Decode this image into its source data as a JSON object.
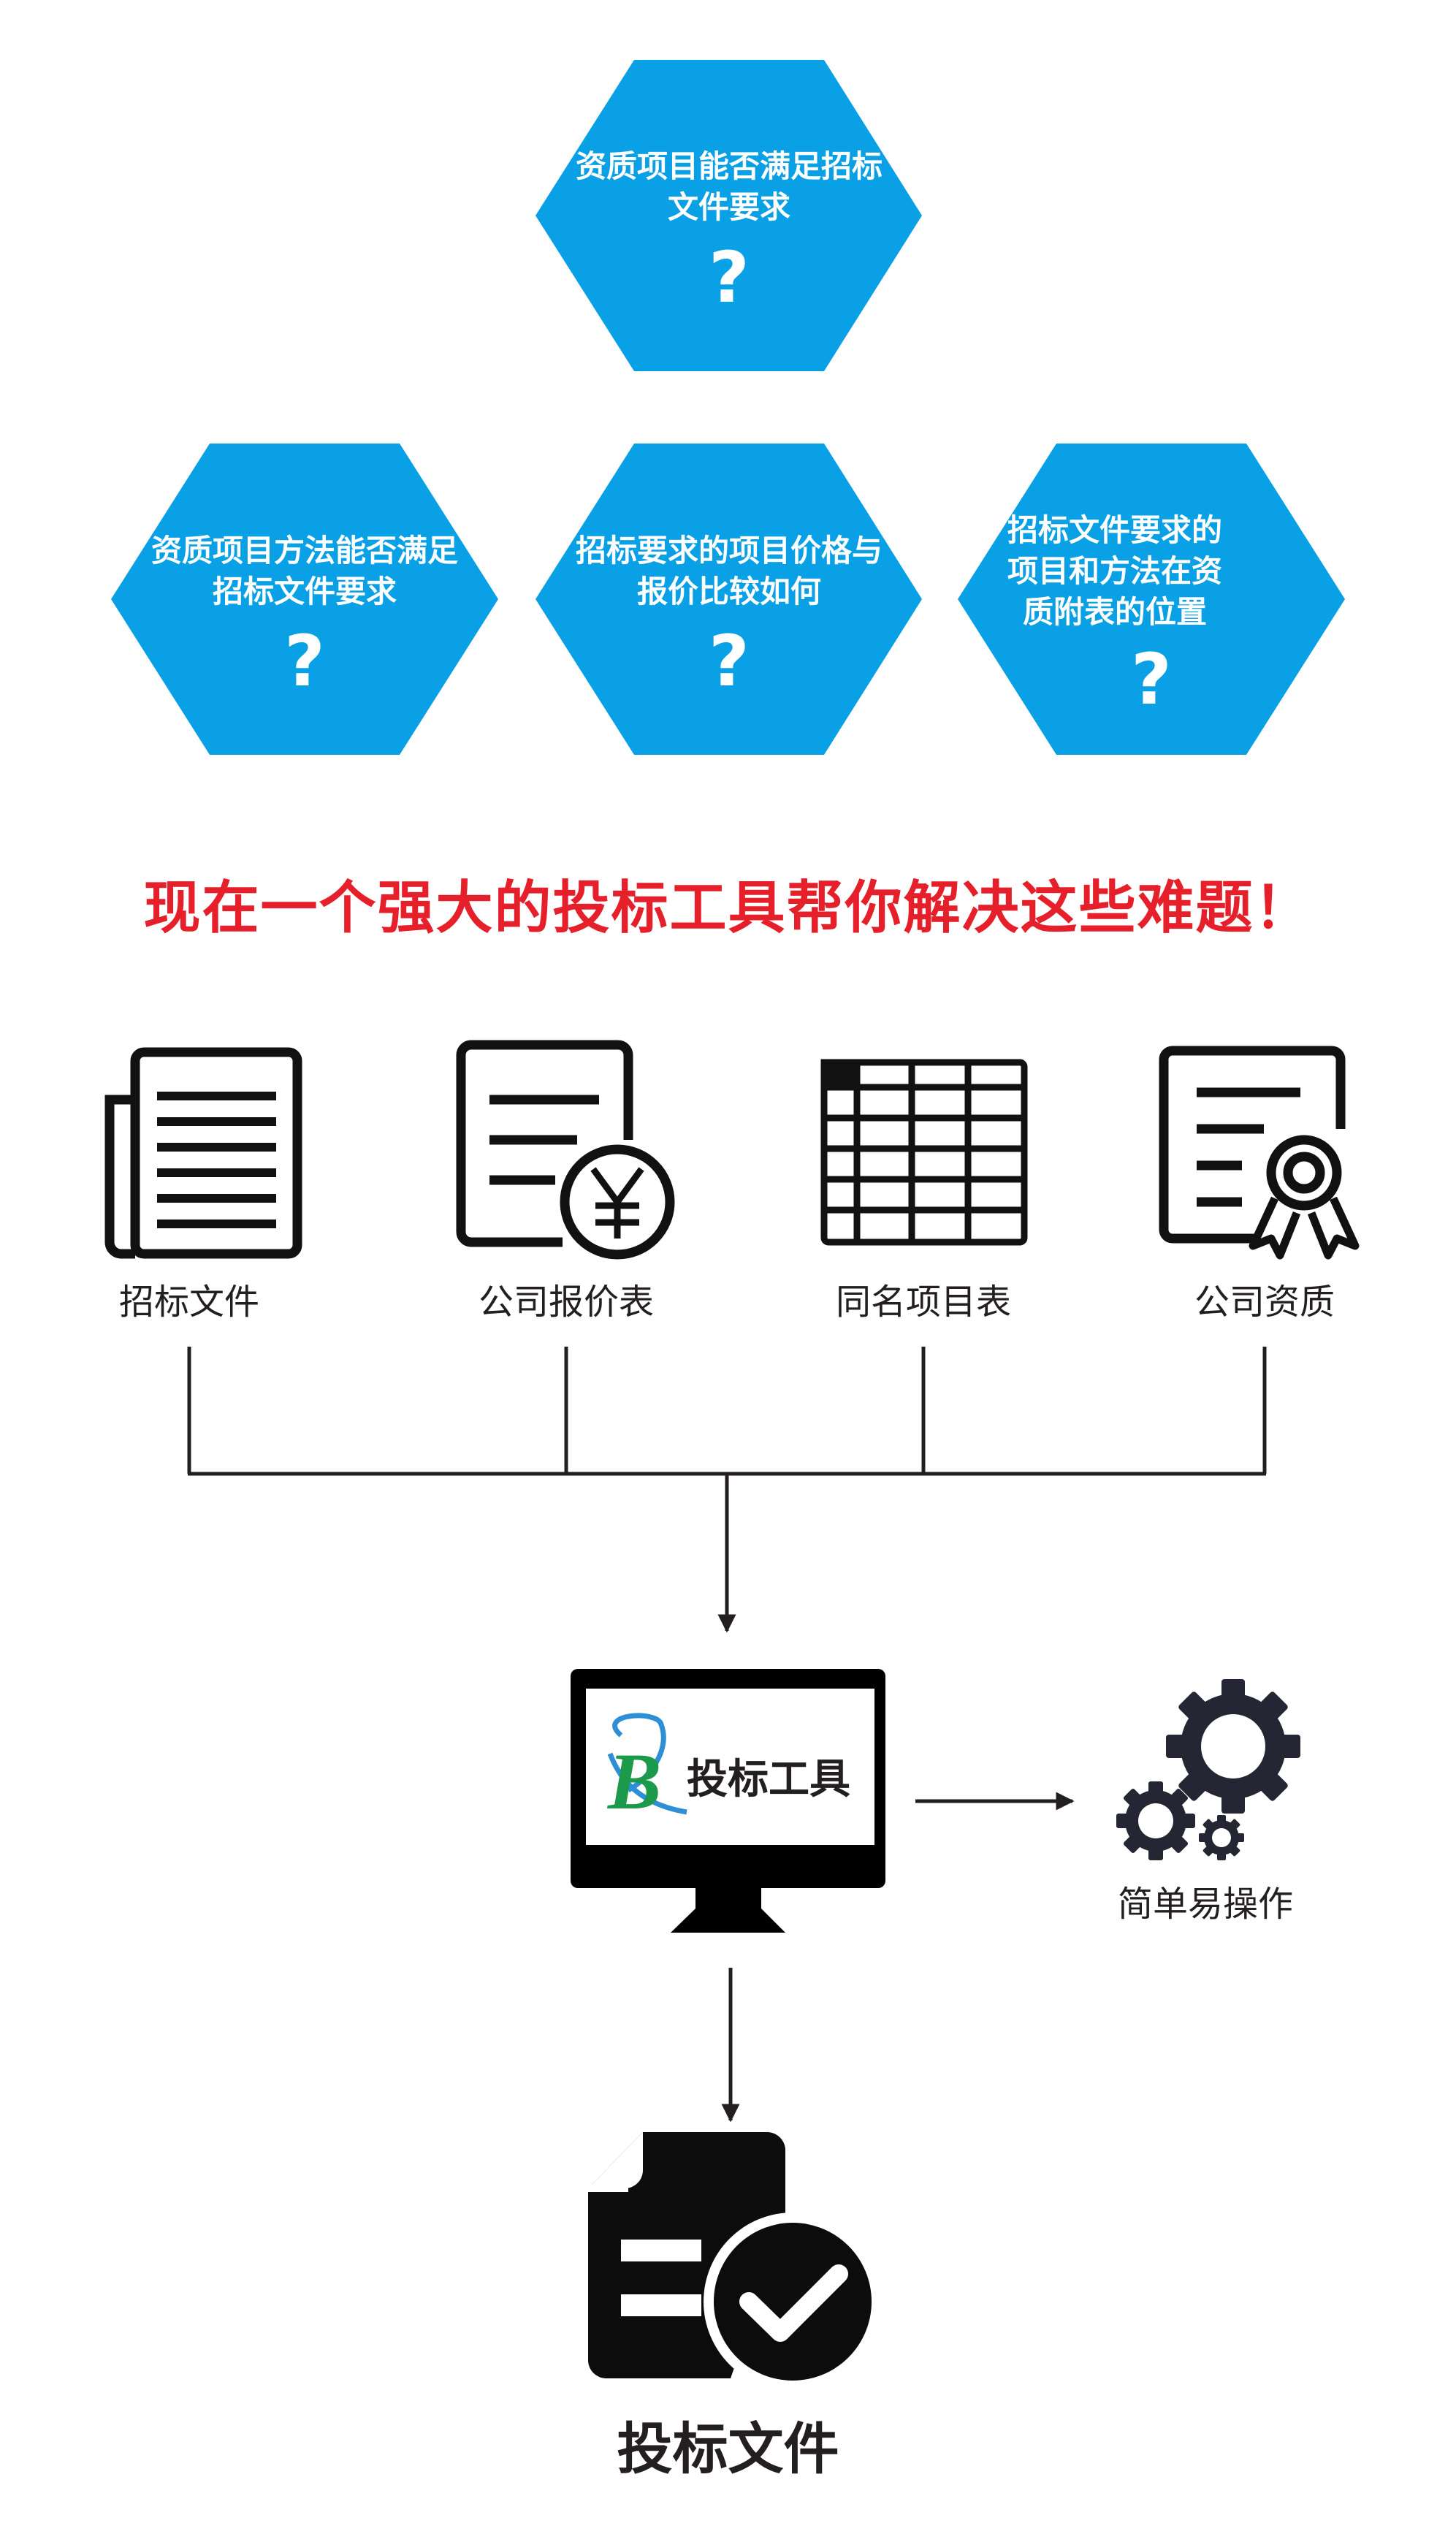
{
  "colors": {
    "hex_fill": "#0aa0e6",
    "headline": "#e5202a",
    "ink": "#231f20"
  },
  "hexagons": [
    {
      "text": "资质项目能否满足招标文件要求",
      "q": "?"
    },
    {
      "text": "资质项目方法能否满足招标文件要求",
      "q": "?"
    },
    {
      "text": "招标要求的项目价格与报价比较如何",
      "q": "?"
    },
    {
      "text": "招标文件要求的项目和方法在资质附表的位置",
      "q": "?"
    }
  ],
  "headline": "现在一个强大的投标工具帮你解决这些难题！",
  "inputs": [
    {
      "label": "招标文件",
      "icon": "newspaper-icon"
    },
    {
      "label": "公司报价表",
      "icon": "invoice-yen-icon"
    },
    {
      "label": "同名项目表",
      "icon": "table-icon"
    },
    {
      "label": "公司资质",
      "icon": "certificate-icon"
    }
  ],
  "tool": {
    "name": "投标工具",
    "logo_letter": "B"
  },
  "feature": {
    "label": "简单易操作",
    "icon": "gears-icon"
  },
  "output": {
    "label": "投标文件",
    "icon": "document-check-icon"
  }
}
